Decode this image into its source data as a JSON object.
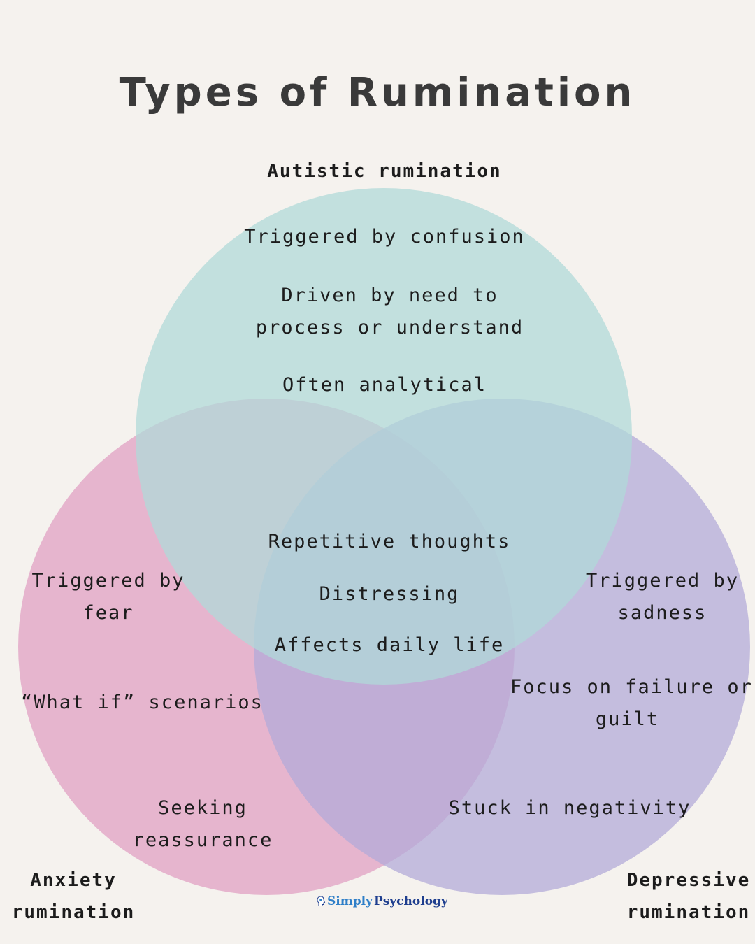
{
  "title": "Types of Rumination",
  "sets": {
    "autistic": {
      "name": "Autistic rumination",
      "color": "#b0d9d8",
      "items": [
        [
          "Triggered by confusion"
        ],
        [
          "Driven by need to",
          "process or understand"
        ],
        [
          "Often analytical"
        ]
      ]
    },
    "anxiety": {
      "name_lines": [
        "Anxiety",
        "rumination"
      ],
      "color": "#e3aac8",
      "items": [
        [
          "Triggered by",
          "fear"
        ],
        [
          "“What if” scenarios"
        ],
        [
          "Seeking",
          "reassurance"
        ]
      ]
    },
    "depressive": {
      "name_lines": [
        "Depressive",
        "rumination"
      ],
      "color": "#b3abd8",
      "items": [
        [
          "Triggered by",
          "sadness"
        ],
        [
          "Focus on failure or",
          "guilt"
        ],
        [
          "Stuck in negativity"
        ]
      ]
    }
  },
  "shared": {
    "items": [
      "Repetitive thoughts",
      "Distressing",
      "Affects daily life"
    ]
  },
  "brand": {
    "part1": "Simply",
    "part2": "Psychology",
    "color1": "#2f7fc8",
    "color2": "#1f3f8f"
  }
}
